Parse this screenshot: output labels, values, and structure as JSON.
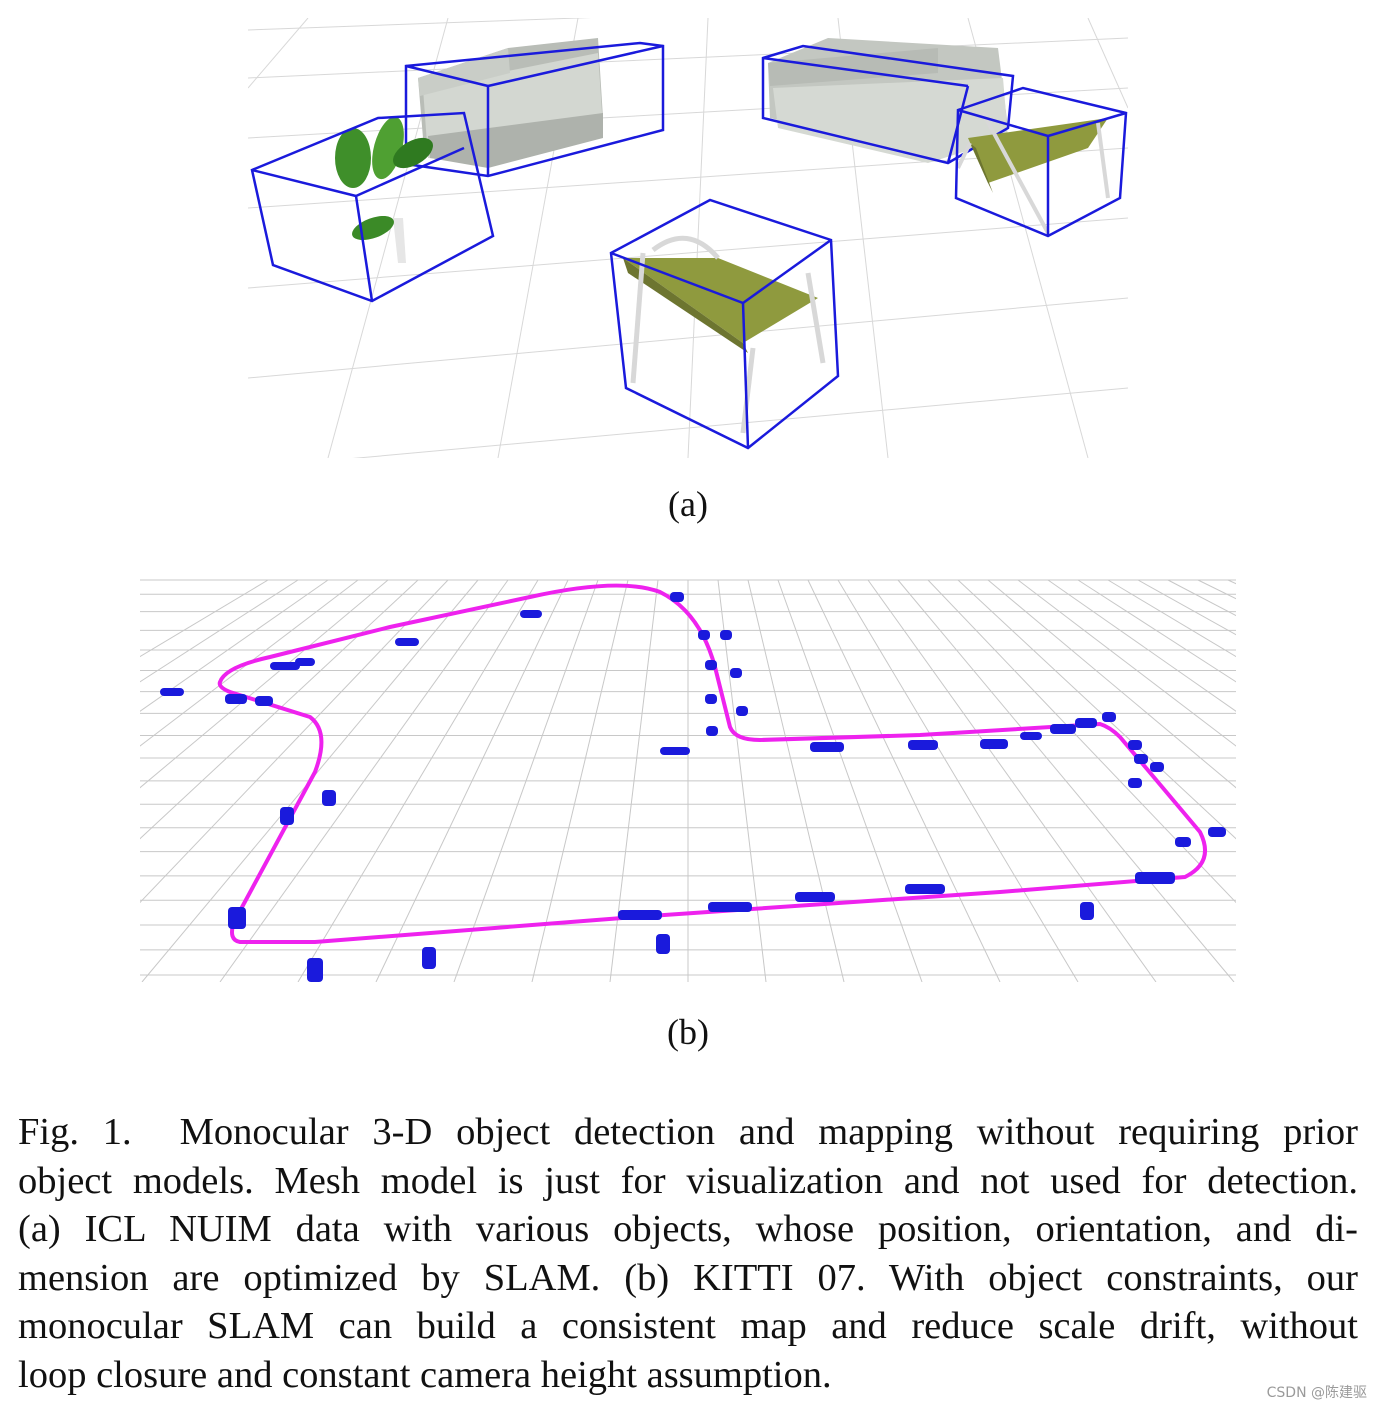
{
  "figure": {
    "subfigure_a_label": "(a)",
    "subfigure_b_label": "(b)",
    "caption_label": "Fig. 1.",
    "caption_lines": [
      "Monocular 3-D object detection and mapping without requiring prior",
      "object models. Mesh model is just for visualization and not used for detection.",
      "(a) ICL NUIM data with various objects, whose position, orientation, and di-",
      "mension are optimized by SLAM. (b) KITTI 07. With object constraints, our",
      "monocular SLAM can build a consistent map and reduce scale drift, without",
      "loop closure and constant camera height assumption."
    ]
  },
  "colors": {
    "bounding_box": "#1a1adc",
    "trajectory": "#ee22ee",
    "car": "#1a1adc",
    "grid": "#c8c8c8",
    "sofa": "#c9cdc7",
    "chair_seat": "#8f9a3e",
    "plant": "#3f8f2a"
  },
  "watermark": "CSDN @陈建驱"
}
